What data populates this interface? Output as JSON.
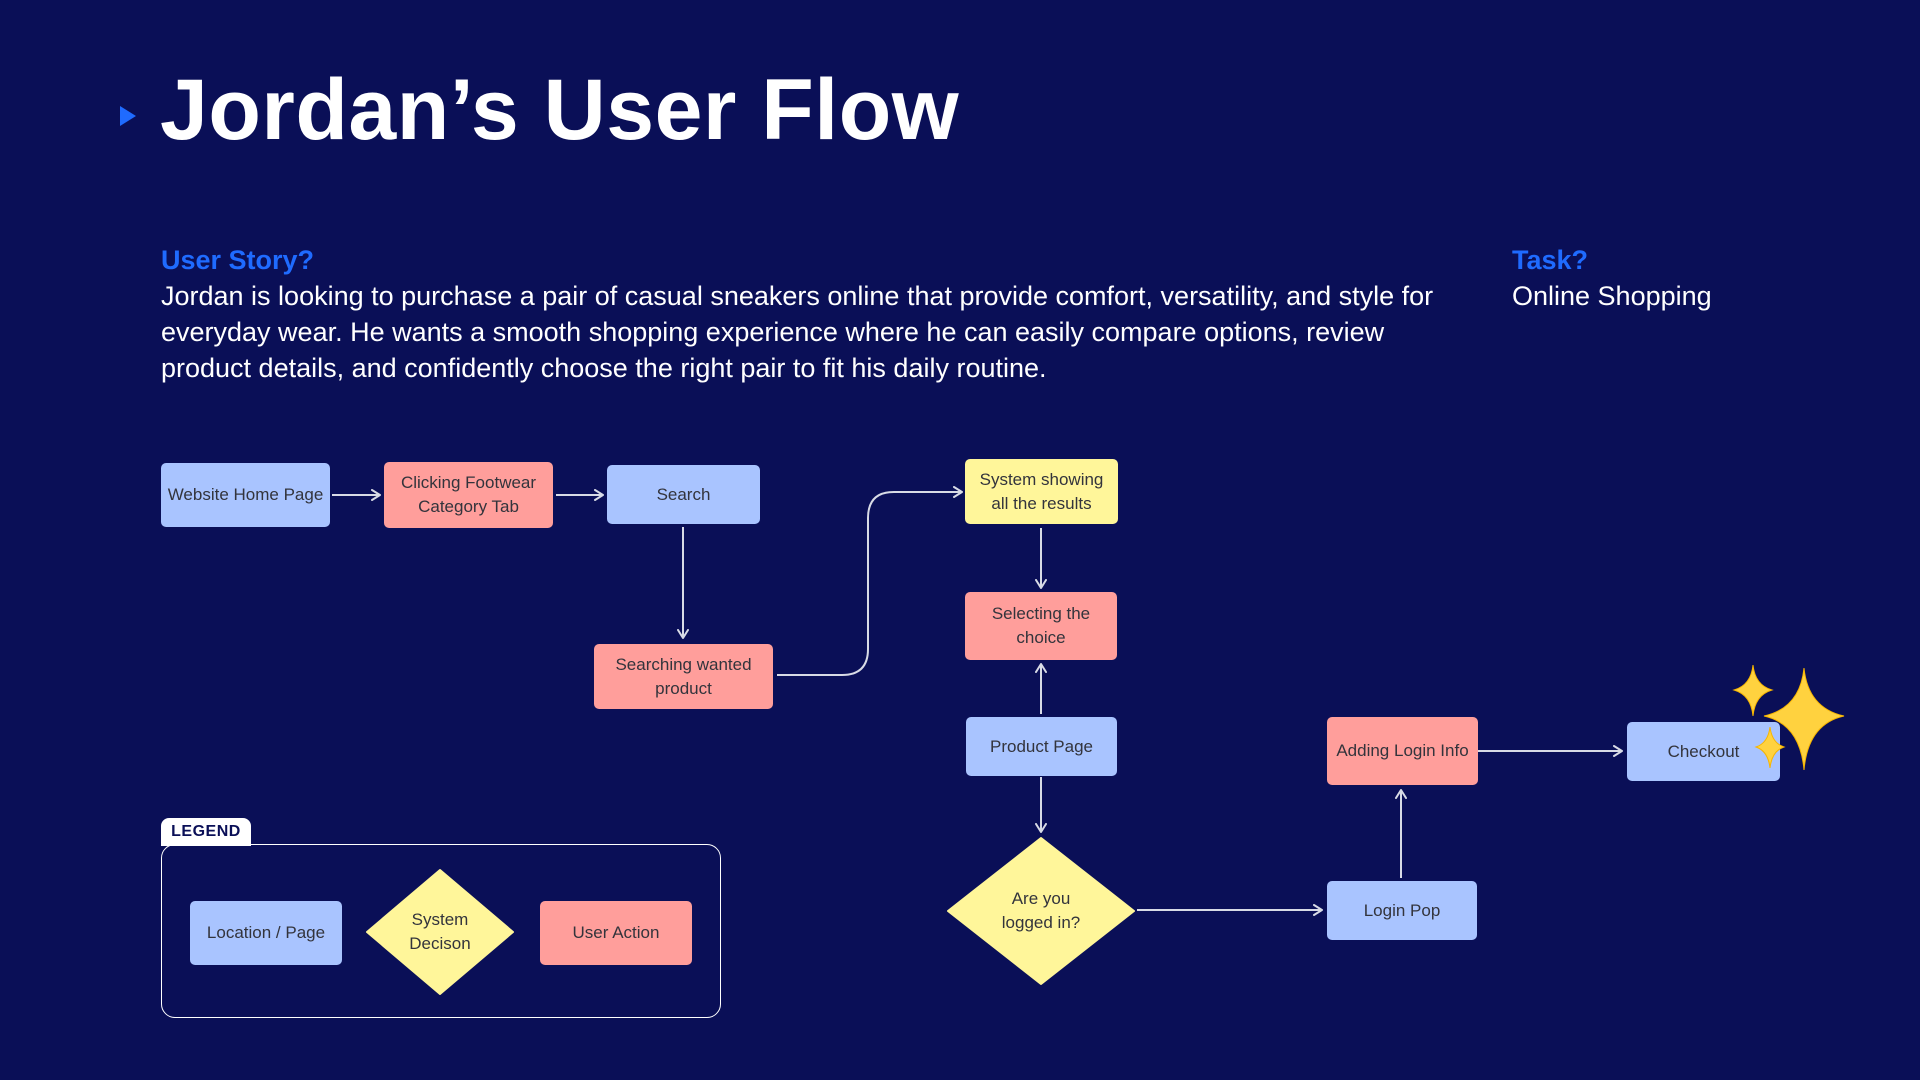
{
  "title": "Jordan’s User Flow",
  "user_story": {
    "label": "User Story?",
    "text": "Jordan is looking to purchase a pair of casual sneakers online that provide comfort, versatility, and style for everyday wear. He wants a smooth shopping experience where he can easily compare options, review product details, and confidently choose the right pair to fit his daily routine."
  },
  "task": {
    "label": "Task?",
    "text": "Online Shopping"
  },
  "flow": {
    "home_page": "Website Home Page",
    "footwear_tab": "Clicking Footwear Category Tab",
    "search": "Search",
    "searching_product": "Searching wanted product",
    "system_results": "System showing all the results",
    "selecting_choice": "Selecting the choice",
    "product_page": "Product Page",
    "logged_in": "Are you logged in?",
    "login_pop": "Login Pop",
    "adding_login": "Adding Login Info",
    "checkout": "Checkout"
  },
  "legend": {
    "title": "LEGEND",
    "location_page": "Location / Page",
    "system_decision": "System Decison",
    "user_action": "User Action"
  },
  "colors": {
    "background": "#0a0f57",
    "accent": "#1f6bff",
    "page_node": "#a9c4ff",
    "action_node": "#ff9e9b",
    "system_node": "#fff69a",
    "sparkle": "#ffd23f"
  }
}
